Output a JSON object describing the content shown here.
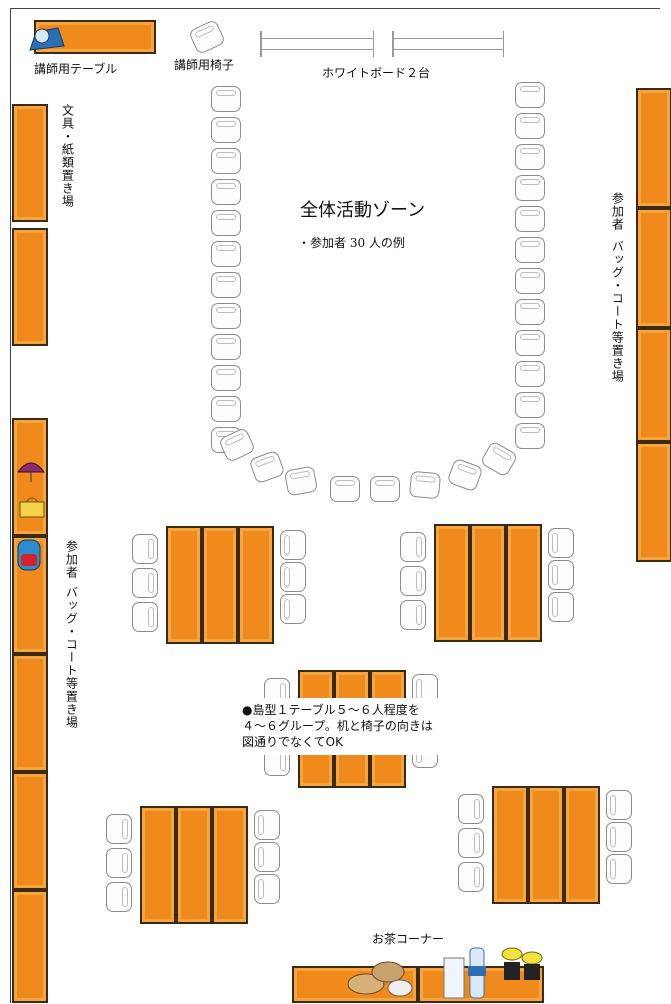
{
  "labels": {
    "instructor_table": "講師用テーブル",
    "instructor_chair": "講師用椅子",
    "whiteboard": "ホワイトボード２台",
    "supplies_area": "文具・紙類置き場",
    "activity_zone": "全体活動ゾーン",
    "activity_example": "・参加者 30 人の例",
    "bag_area_right_1": "参加者",
    "bag_area_right_2": "バッグ・コート等置き場",
    "bag_area_left_1": "参加者",
    "bag_area_left_2": "バッグ・コート等置き場",
    "island_note_1": "●島型１テーブル５～６人程度を",
    "island_note_2": "４～６グループ。机と椅子の向きは",
    "island_note_3": "図通りでなくてOK",
    "tea_corner": "お茶コーナー"
  },
  "colors": {
    "table": "#f08a1c",
    "table_border": "#3a2a12",
    "chair": "#fdfdfd"
  }
}
